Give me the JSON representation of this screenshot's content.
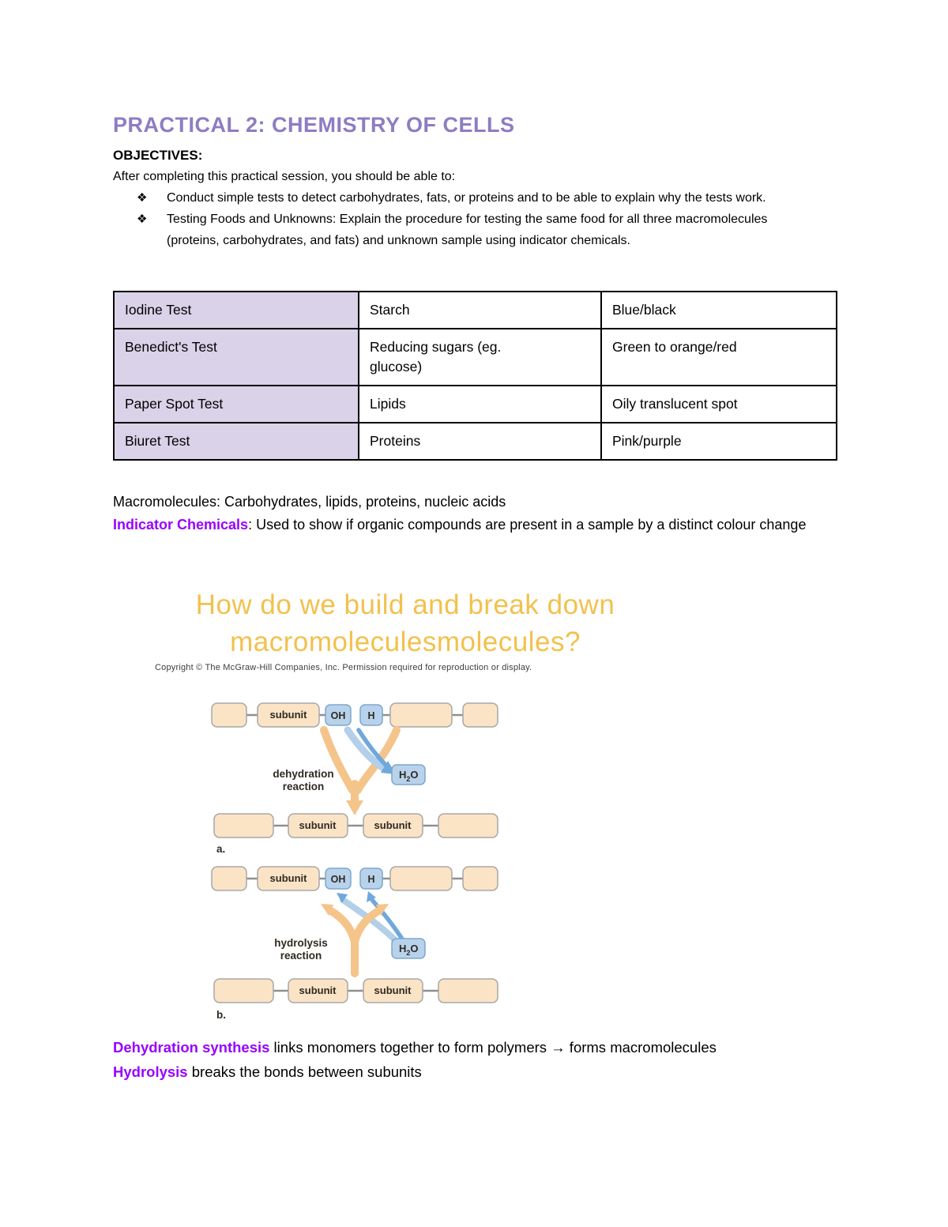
{
  "document": {
    "title": "PRACTICAL 2: CHEMISTRY OF CELLS"
  },
  "objectives": {
    "heading": "OBJECTIVES:",
    "intro": "After completing this practical session, you should be able to:",
    "marker": "❖",
    "items": [
      "Conduct simple tests to detect carbohydrates, fats, or proteins and to be able to explain why the tests work.",
      "Testing Foods and Unknowns: Explain the procedure for testing the same food for all three macromolecules (proteins, carbohydrates, and fats) and unknown sample using indicator chemicals."
    ]
  },
  "tests_table": {
    "rows": [
      {
        "test": "Iodine Test",
        "target": "Starch",
        "result": "Blue/black"
      },
      {
        "test": "Benedict's Test",
        "target": "Reducing sugars (eg.\nglucose)",
        "result": "Green to orange/red"
      },
      {
        "test": "Paper Spot Test",
        "target": "Lipids",
        "result": "Oily translucent spot"
      },
      {
        "test": "Biuret Test",
        "target": "Proteins",
        "result": "Pink/purple"
      }
    ]
  },
  "notes": {
    "macromolecules": "Macromolecules: Carbohydrates, lipids, proteins, nucleic acids",
    "indicator_label": "Indicator Chemicals",
    "indicator_text": ": Used to show if organic compounds are present in a sample by a distinct colour change"
  },
  "figure": {
    "title_line1": "How do we build and break down",
    "title_line2": "macromoleculesmolecules?",
    "copyright": "Copyright © The McGraw-Hill Companies, Inc. Permission required for reproduction or display.",
    "labels": {
      "subunit": "subunit",
      "oh": "OH",
      "h": "H",
      "h2o_h": "H",
      "h2o_2": "2",
      "h2o_o": "O",
      "dehydration_line1": "dehydration",
      "dehydration_line2": "reaction",
      "hydrolysis_line1": "hydrolysis",
      "hydrolysis_line2": "reaction",
      "panel_a": "a.",
      "panel_b": "b."
    }
  },
  "summary": {
    "dehydration_term": "Dehydration synthesis",
    "dehydration_text": " links monomers together to form polymers → forms macromolecules",
    "hydrolysis_term": "Hydrolysis",
    "hydrolysis_text": " breaks the bonds between subunits"
  },
  "colors": {
    "heading_purple": "#8e7cc3",
    "accent_purple": "#9900ff",
    "table_first_column_bg": "#d9d2e9",
    "figure_title_yellow": "#f2c14d",
    "diagram_box_peach": "#fbe3c6",
    "diagram_box_blue": "#b8d2ec",
    "diagram_arrow_orange": "#f4c48b",
    "diagram_arrow_blue": "#6fa8dc"
  }
}
